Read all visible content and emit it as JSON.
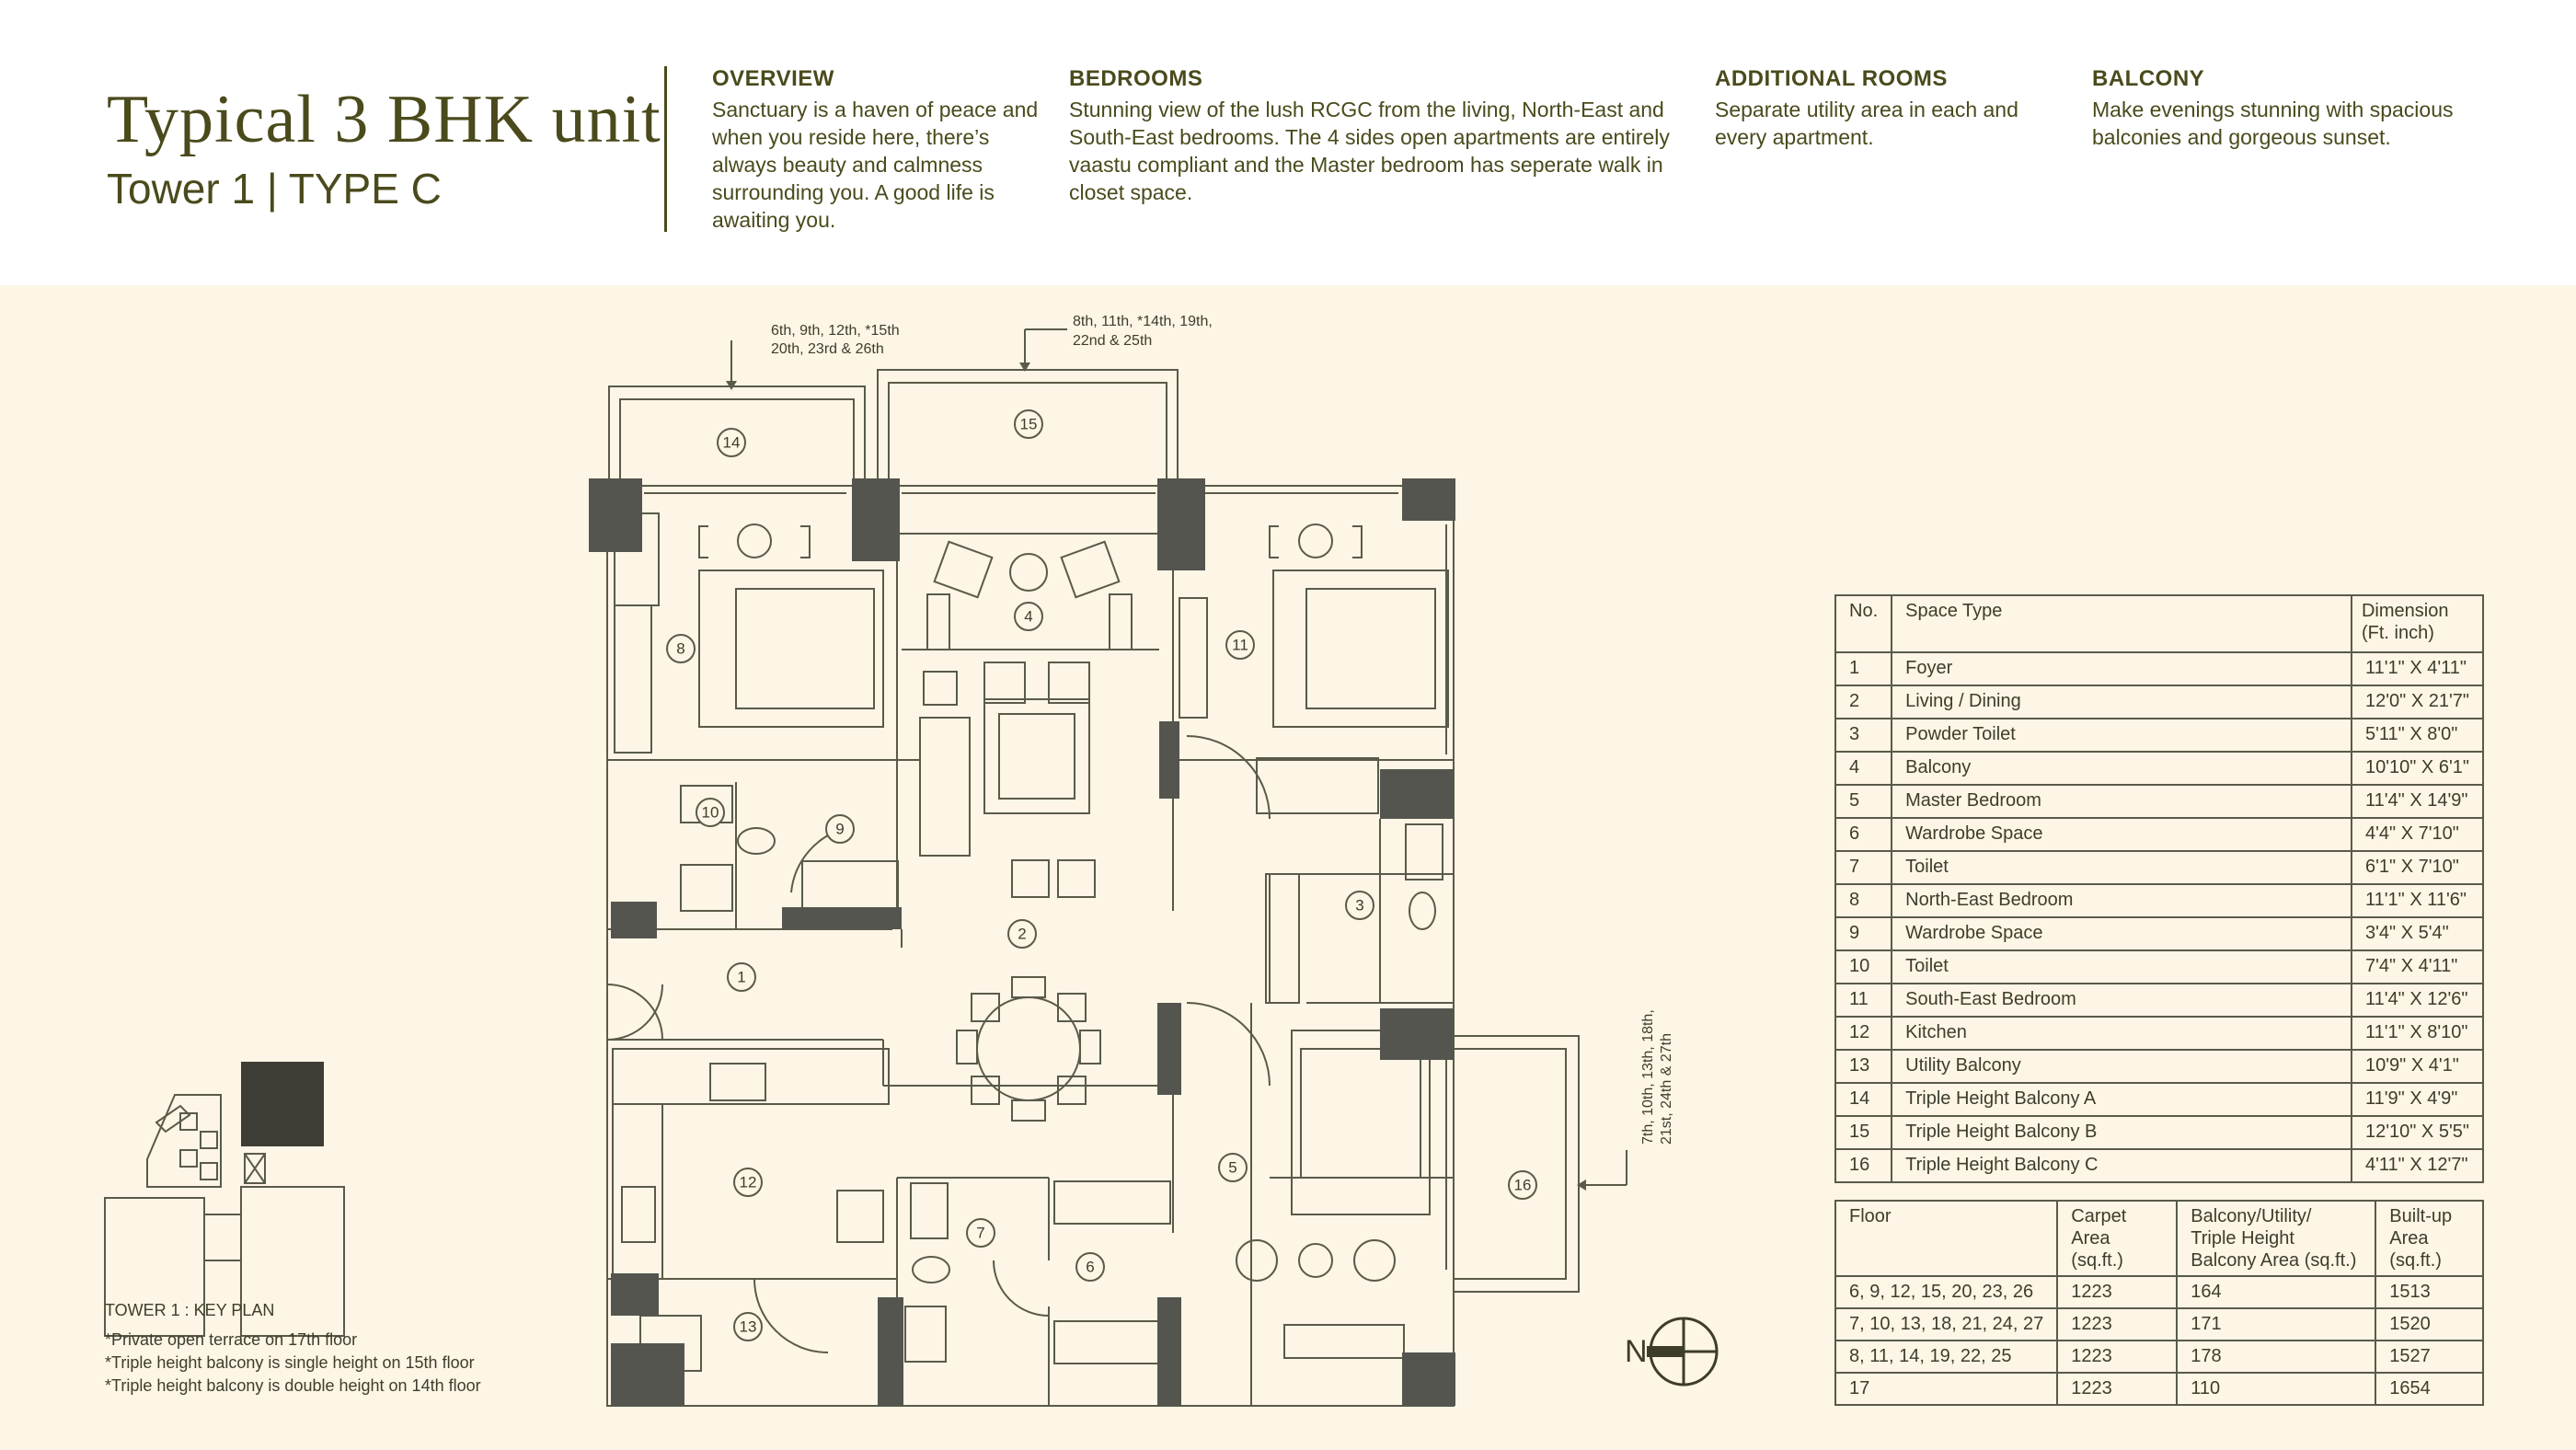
{
  "header": {
    "title": "Typical 3 BHK unit",
    "subtitle": "Tower 1 | TYPE C",
    "overview": {
      "heading": "OVERVIEW",
      "text": "Sanctuary is a haven of peace and when you reside here, there’s always beauty and calmness surrounding you. A good life is awaiting you."
    },
    "bedrooms": {
      "heading": "BEDROOMS",
      "text": "Stunning view of the lush RCGC from the living, North-East and South-East bedrooms. The 4 sides open apartments are entirely vaastu compliant and the Master bedroom has seperate walk in closet space."
    },
    "additional_rooms": {
      "heading": "ADDITIONAL ROOMS",
      "text": "Separate utility area in each and every apartment."
    },
    "balcony": {
      "heading": "BALCONY",
      "text": "Make evenings stunning with spacious balconies and gorgeous sunset."
    }
  },
  "plan": {
    "callout_14": [
      "6th, 9th, 12th, *15th",
      "20th, 23rd & 26th"
    ],
    "callout_15": [
      "8th, 11th, *14th, 19th,",
      "22nd & 25th"
    ],
    "callout_16": [
      "7th, 10th, 13th, 18th,",
      "21st, 24th & 27th"
    ],
    "room_numbers": [
      "1",
      "2",
      "3",
      "4",
      "5",
      "6",
      "7",
      "8",
      "9",
      "10",
      "11",
      "12",
      "13",
      "14",
      "15",
      "16"
    ],
    "compass_label": "N"
  },
  "space_table": {
    "headers": [
      "No.",
      "Space Type",
      "Dimension (Ft. inch)"
    ],
    "header_dimension_line1": "Dimension",
    "header_dimension_line2": "(Ft. inch)",
    "rows": [
      [
        "1",
        "Foyer",
        "11'1\" X 4'11\""
      ],
      [
        "2",
        "Living / Dining",
        "12'0\" X 21'7\""
      ],
      [
        "3",
        "Powder Toilet",
        "5'11\" X 8'0\""
      ],
      [
        "4",
        "Balcony",
        "10'10\" X 6'1\""
      ],
      [
        "5",
        "Master Bedroom",
        "11'4\" X 14'9\""
      ],
      [
        "6",
        "Wardrobe Space",
        "4'4\" X 7'10\""
      ],
      [
        "7",
        "Toilet",
        "6'1\" X 7'10\""
      ],
      [
        "8",
        "North-East Bedroom",
        "11'1\" X 11'6\""
      ],
      [
        "9",
        "Wardrobe Space",
        "3'4\" X 5'4\""
      ],
      [
        "10",
        "Toilet",
        "7'4\" X 4'11\""
      ],
      [
        "11",
        "South-East Bedroom",
        "11'4\" X 12'6\""
      ],
      [
        "12",
        "Kitchen",
        "11'1\" X 8'10\""
      ],
      [
        "13",
        "Utility Balcony",
        "10'9\" X 4'1\""
      ],
      [
        "14",
        "Triple Height Balcony A",
        "11'9\" X 4'9\""
      ],
      [
        "15",
        "Triple Height Balcony B",
        "12'10\" X 5'5\""
      ],
      [
        "16",
        "Triple Height Balcony C",
        "4'11\" X 12'7\""
      ]
    ]
  },
  "area_table": {
    "headers": {
      "floor": "Floor",
      "carpet_1": "Carpet",
      "carpet_2": "Area (sq.ft.)",
      "balcony_1": "Balcony/Utility/",
      "balcony_2": "Triple Height",
      "balcony_3": "Balcony Area (sq.ft.)",
      "builtup_1": "Built-up",
      "builtup_2": "Area (sq.ft.)"
    },
    "rows": [
      [
        "6, 9, 12, 15, 20, 23, 26",
        "1223",
        "164",
        "1513"
      ],
      [
        "7, 10, 13, 18, 21, 24, 27",
        "1223",
        "171",
        "1520"
      ],
      [
        "8, 11, 14, 19, 22, 25",
        "1223",
        "178",
        "1527"
      ],
      [
        "17",
        "1223",
        "110",
        "1654"
      ]
    ]
  },
  "key_plan": {
    "label": "TOWER 1 : KEY PLAN",
    "notes": [
      "*Private open terrace on 17th floor",
      "*Triple height balcony is single height on 15th floor",
      "*Triple height balcony is double height on 14th floor"
    ]
  },
  "colors": {
    "accent": "#4b4a1c",
    "background": "#fdf5e6",
    "wall": "#55554f",
    "line": "#5a5a48"
  }
}
